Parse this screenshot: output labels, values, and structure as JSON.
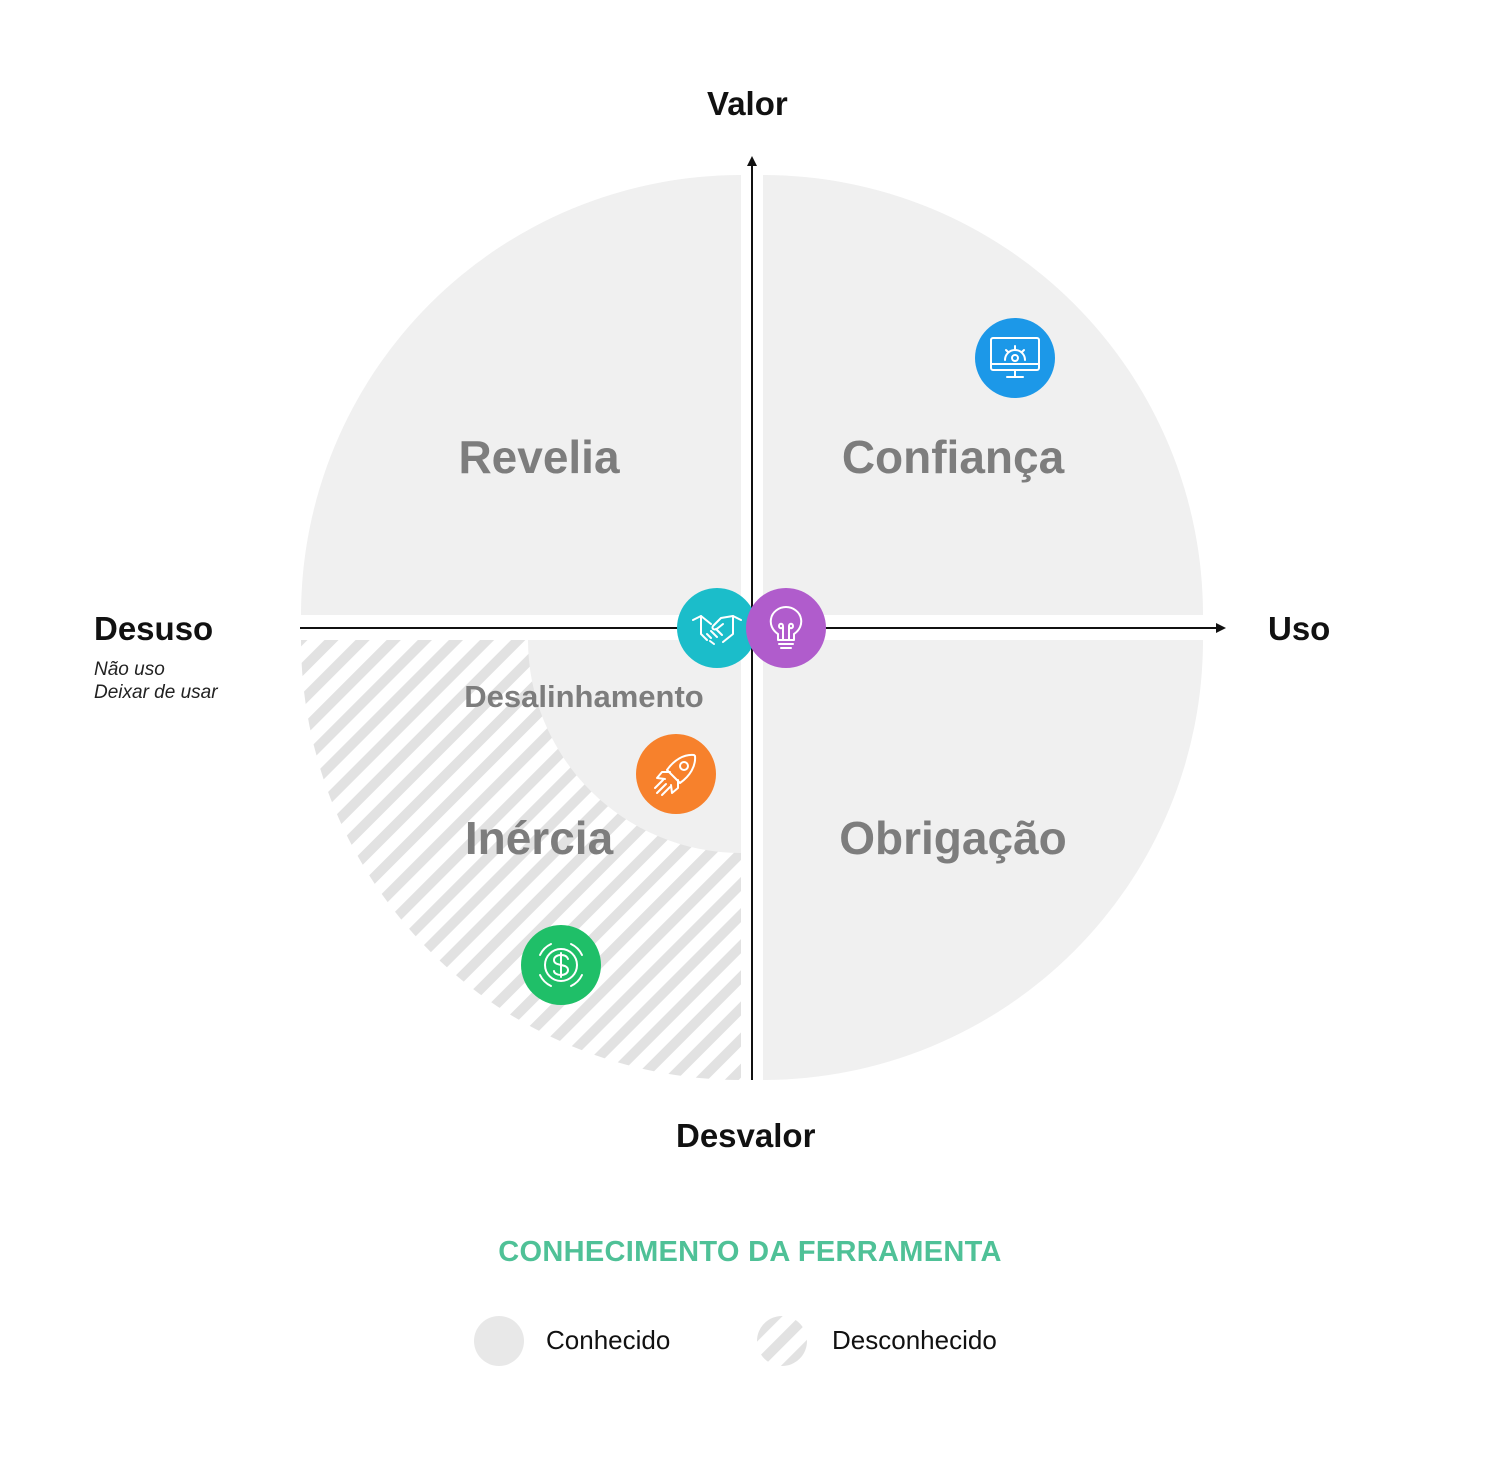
{
  "axes": {
    "top": "Valor",
    "bottom": "Desvalor",
    "left": "Desuso",
    "left_sub_1": "Não uso",
    "left_sub_2": "Deixar de usar",
    "right": "Uso"
  },
  "quadrants": {
    "top_left": "Revelia",
    "top_right": "Confiança",
    "bottom_left": "Inércia",
    "bottom_right": "Obrigação",
    "inner": "Desalinhamento"
  },
  "legend": {
    "title": "CONHECIMENTO DA FERRAMENTA",
    "known": "Conhecido",
    "unknown": "Desconhecido"
  },
  "colors": {
    "quadrant_fill": "#f0f0f0",
    "quadrant_text": "#7d7d7d",
    "legend_title": "#4fc197",
    "hatch": "#e2e2e2",
    "badge_monitor": "#1c98e8",
    "badge_handshake": "#1bbdca",
    "badge_bulb": "#b05ccc",
    "badge_rocket": "#f7812c",
    "badge_dollar": "#1fbf68"
  },
  "icons": {
    "monitor": "monitor-gear-icon",
    "handshake": "handshake-icon",
    "bulb": "lightbulb-icon",
    "rocket": "rocket-icon",
    "dollar": "dollar-icon"
  }
}
